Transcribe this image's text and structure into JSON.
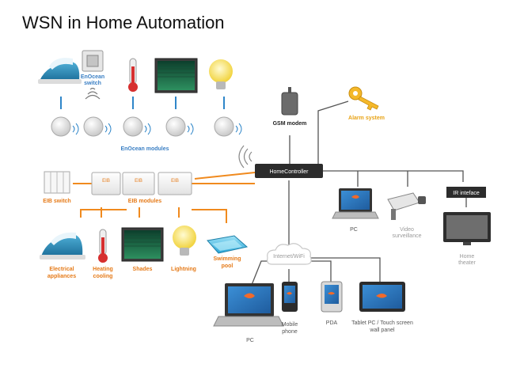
{
  "title": "WSN in Home Automation",
  "labels": {
    "enocean_switch_1": "EnOcean",
    "enocean_switch_2": "switch",
    "enocean_modules": "EnOcean modules",
    "gsm_modem": "GSM modem",
    "alarm_system": "Alarm system",
    "eib_switch": "EIB switch",
    "eib_modules": "EIB modules",
    "eib_box": "EIB",
    "home_controller": "HomeController",
    "internet_wifi": "Internet/WiFi",
    "ir_interface": "IR inteface",
    "pc_right": "PC",
    "video_1": "Video",
    "video_2": "surveillance",
    "home_1": "Home",
    "home_2": "theater",
    "electrical_1": "Electrical",
    "electrical_2": "appliances",
    "heating_1": "Heating",
    "heating_2": "cooling",
    "shades": "Shades",
    "lightning": "Lightning",
    "swimming_1": "Swimming",
    "swimming_2": "pool",
    "pc_bottom": "PC",
    "mobile_1": "Mobile",
    "mobile_2": "phone",
    "pda": "PDA",
    "tablet_1": "Tablet PC / Touch screen",
    "tablet_2": "wall panel"
  },
  "colors": {
    "enocean_line": "#2f86c9",
    "eib_line": "#f08a1e",
    "controller_line": "#555555",
    "label_blue": "#3a7fc4",
    "label_orange": "#e57a18"
  }
}
